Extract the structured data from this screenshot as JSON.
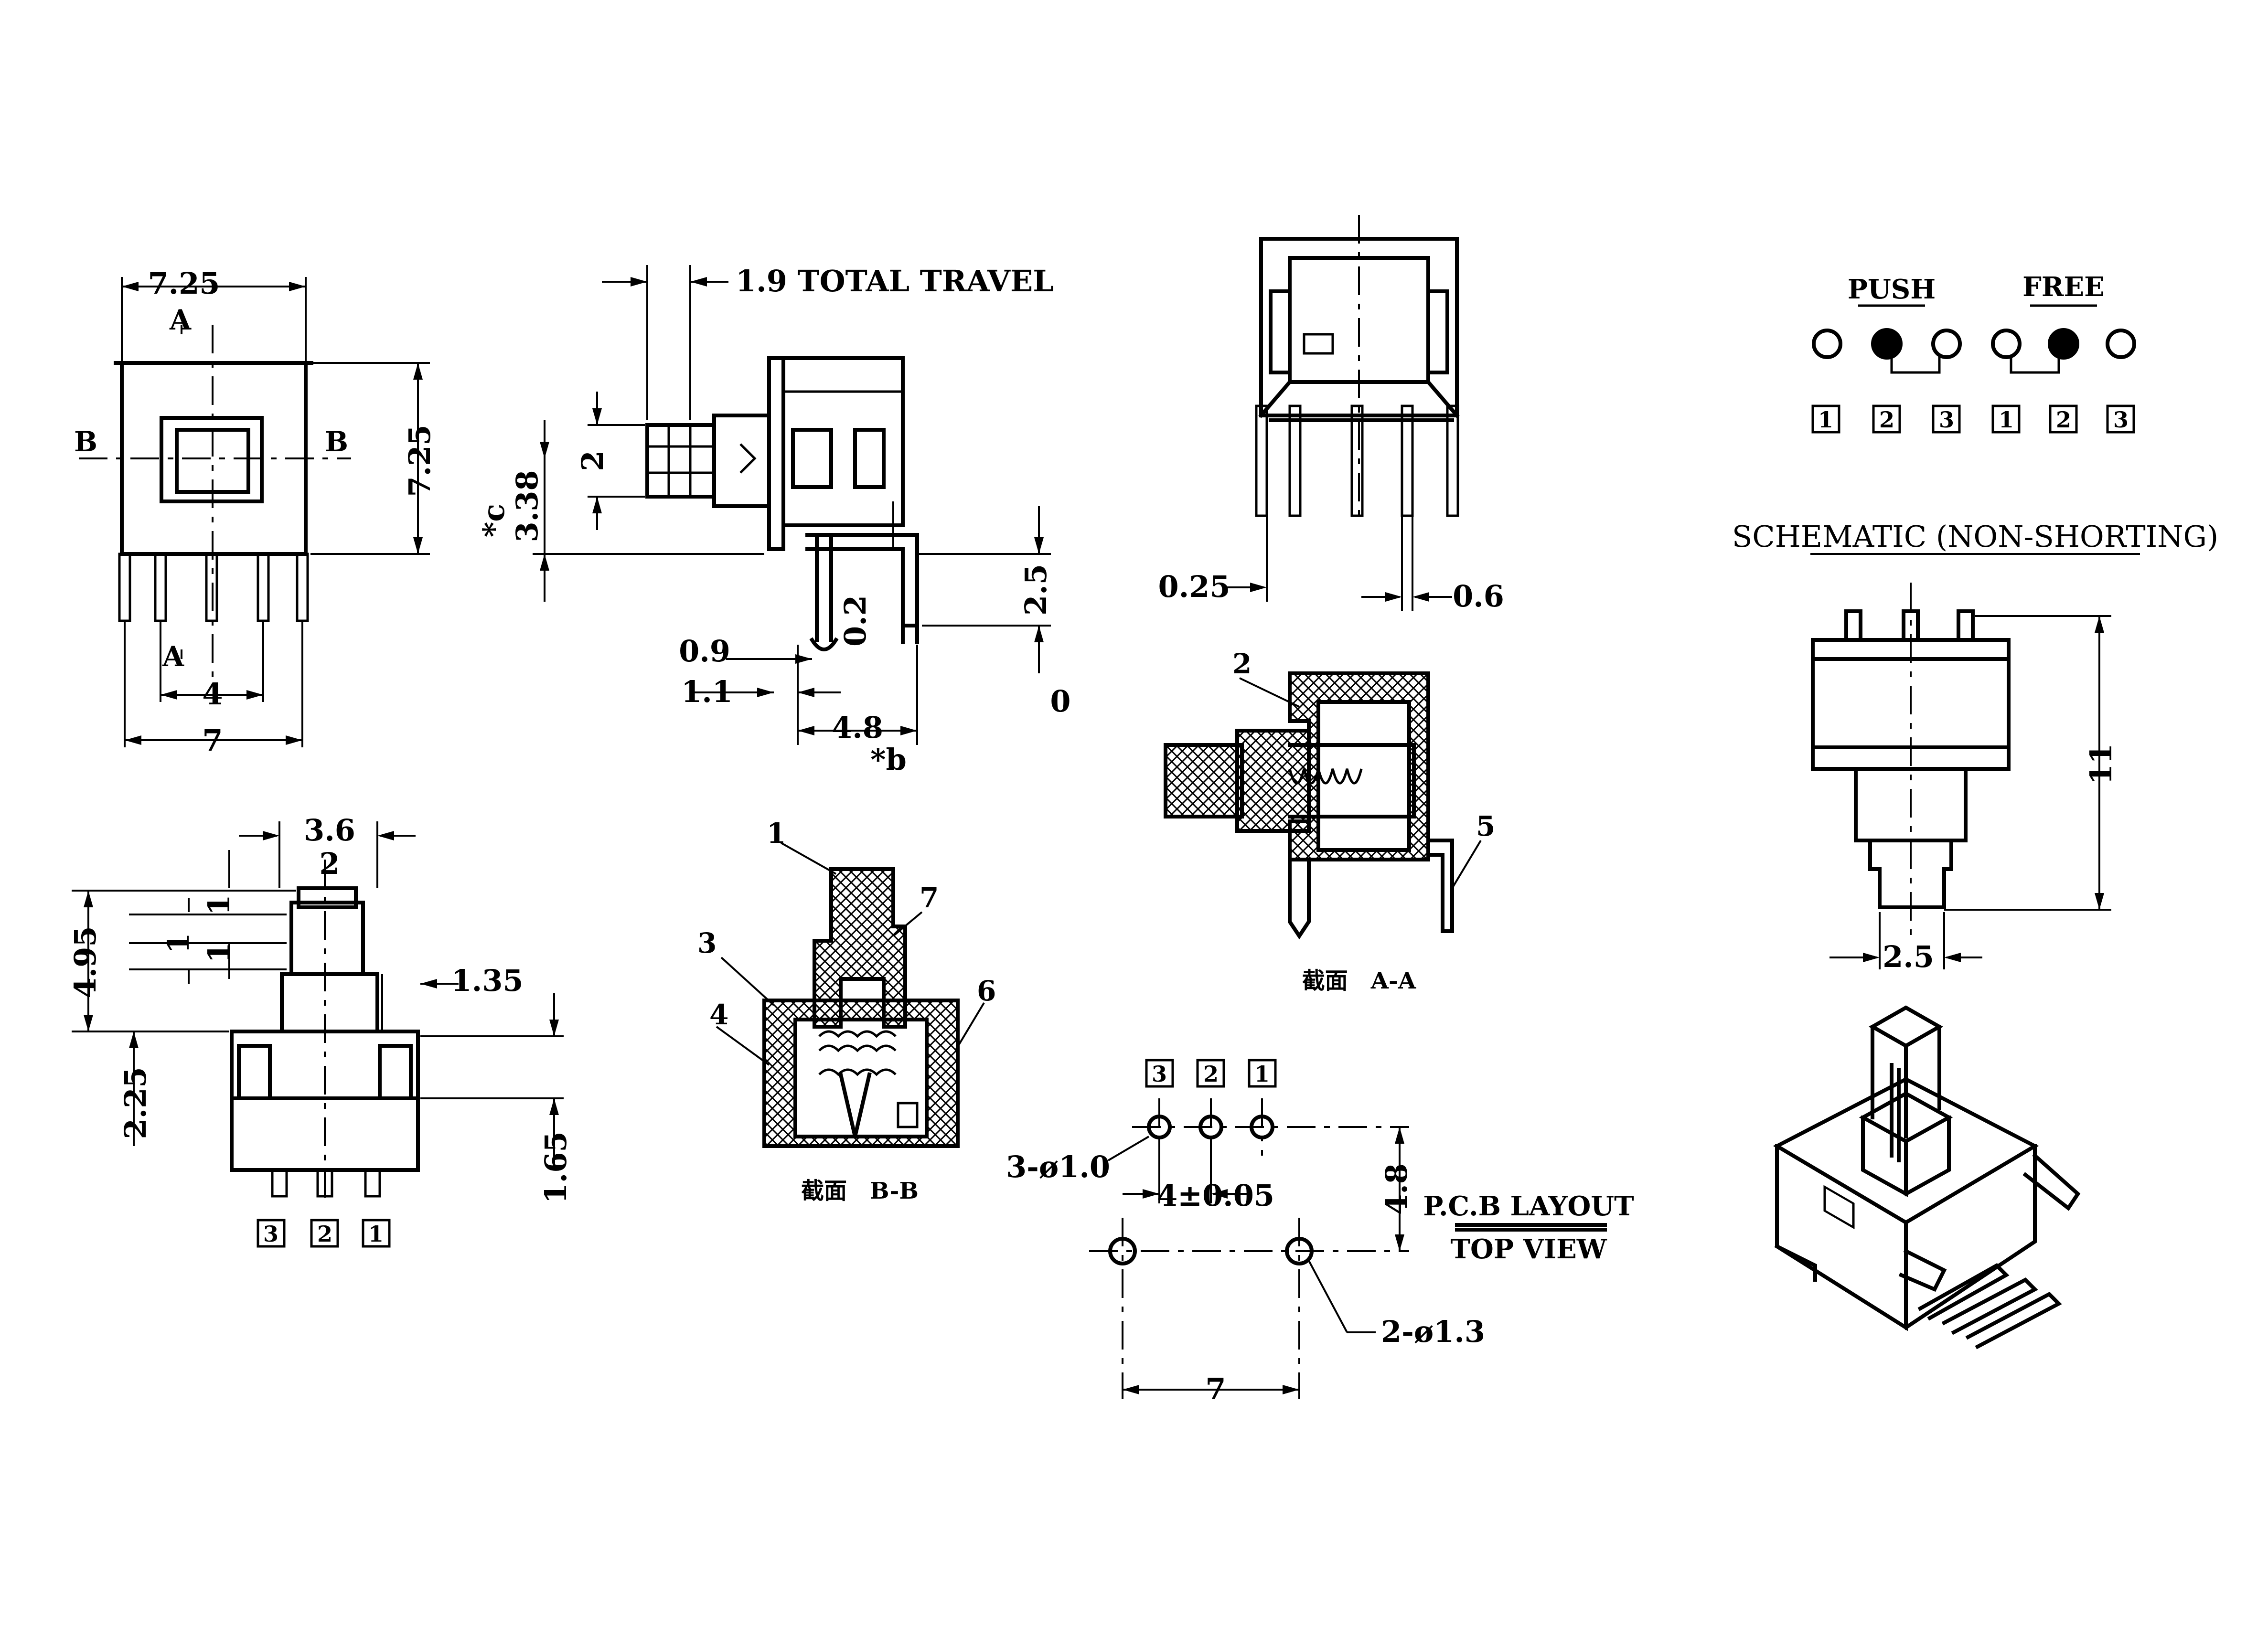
{
  "labels": {
    "w_725": "7.25",
    "h_725": "7.25",
    "w_4": "4",
    "w_7": "7",
    "sec_a_top": "A",
    "sec_a_bot": "A",
    "sec_b_left": "B",
    "sec_b_right": "B",
    "travel": "1.9 TOTAL TRAVEL",
    "d_2": "2",
    "d_338": "3.38",
    "star_c": "*c",
    "d_25": "2.5",
    "d_02": "0.2",
    "d_09": "0.9",
    "d_11": "1.1",
    "d_48": "4.8",
    "star_b": "*b",
    "zero": "0",
    "d_025": "0.25",
    "d_06": "0.6",
    "d_36": "3.6",
    "d_2b": "2",
    "d_1a": "1",
    "d_1b": "1",
    "d_1c": "1",
    "d_495": "4.95",
    "d_135": "1.35",
    "d_225": "2.25",
    "d_165": "1.65",
    "call_1": "1",
    "call_2": "2",
    "call_3": "3",
    "call_4": "4",
    "call_5": "5",
    "call_6": "6",
    "call_7": "7",
    "section_aa": "截面　A-A",
    "section_bb": "截面　B-B",
    "pcb_hole3": "3-ø1.0",
    "pcb_pitch": "4±0.05",
    "pcb_48": "4.8",
    "pcb_7": "7",
    "pcb_hole2": "2-ø1.3",
    "pcb_title1": "P.C.B LAYOUT",
    "pcb_title2": "TOP VIEW",
    "push": "PUSH",
    "free": "FREE",
    "schematic": "SCHEMATIC (NON-SHORTING)",
    "d_11b": "11",
    "d_25b": "2.5"
  },
  "pins": {
    "front_view": [
      "3",
      "2",
      "1"
    ],
    "pcb_layout": [
      "3",
      "2",
      "1"
    ],
    "push": [
      "1",
      "2",
      "3"
    ],
    "free": [
      "1",
      "2",
      "3"
    ]
  }
}
